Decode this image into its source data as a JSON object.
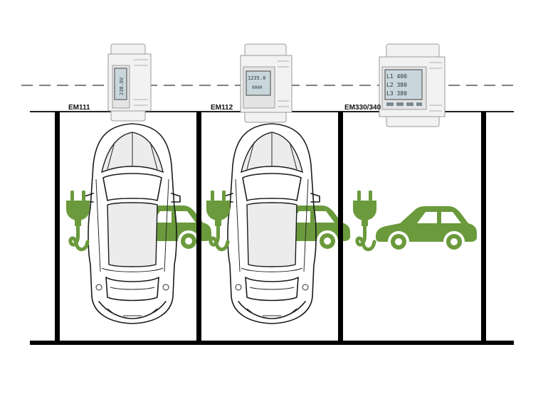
{
  "colors": {
    "ev_green": "#6a9a3c",
    "structure": "#000000",
    "dashed_line": "#555555",
    "meter_body": "#f2f2f2",
    "lcd": "#c9d6dc"
  },
  "meters": [
    {
      "label": "EM111",
      "display_lines": [
        "230.0V"
      ]
    },
    {
      "label": "EM112",
      "display_lines": [
        "1235.0",
        "0000"
      ]
    },
    {
      "label": "EM330/340",
      "display_lines": [
        "L1 400",
        "L2 380",
        "L3 380"
      ]
    }
  ],
  "bays": [
    {
      "content": "top-view car",
      "icons": [
        "plug-icon",
        "car-side-icon"
      ]
    },
    {
      "content": "top-view car",
      "icons": [
        "plug-icon",
        "car-side-icon"
      ]
    },
    {
      "content": "empty",
      "icons": [
        "plug-icon",
        "car-side-icon"
      ]
    }
  ]
}
